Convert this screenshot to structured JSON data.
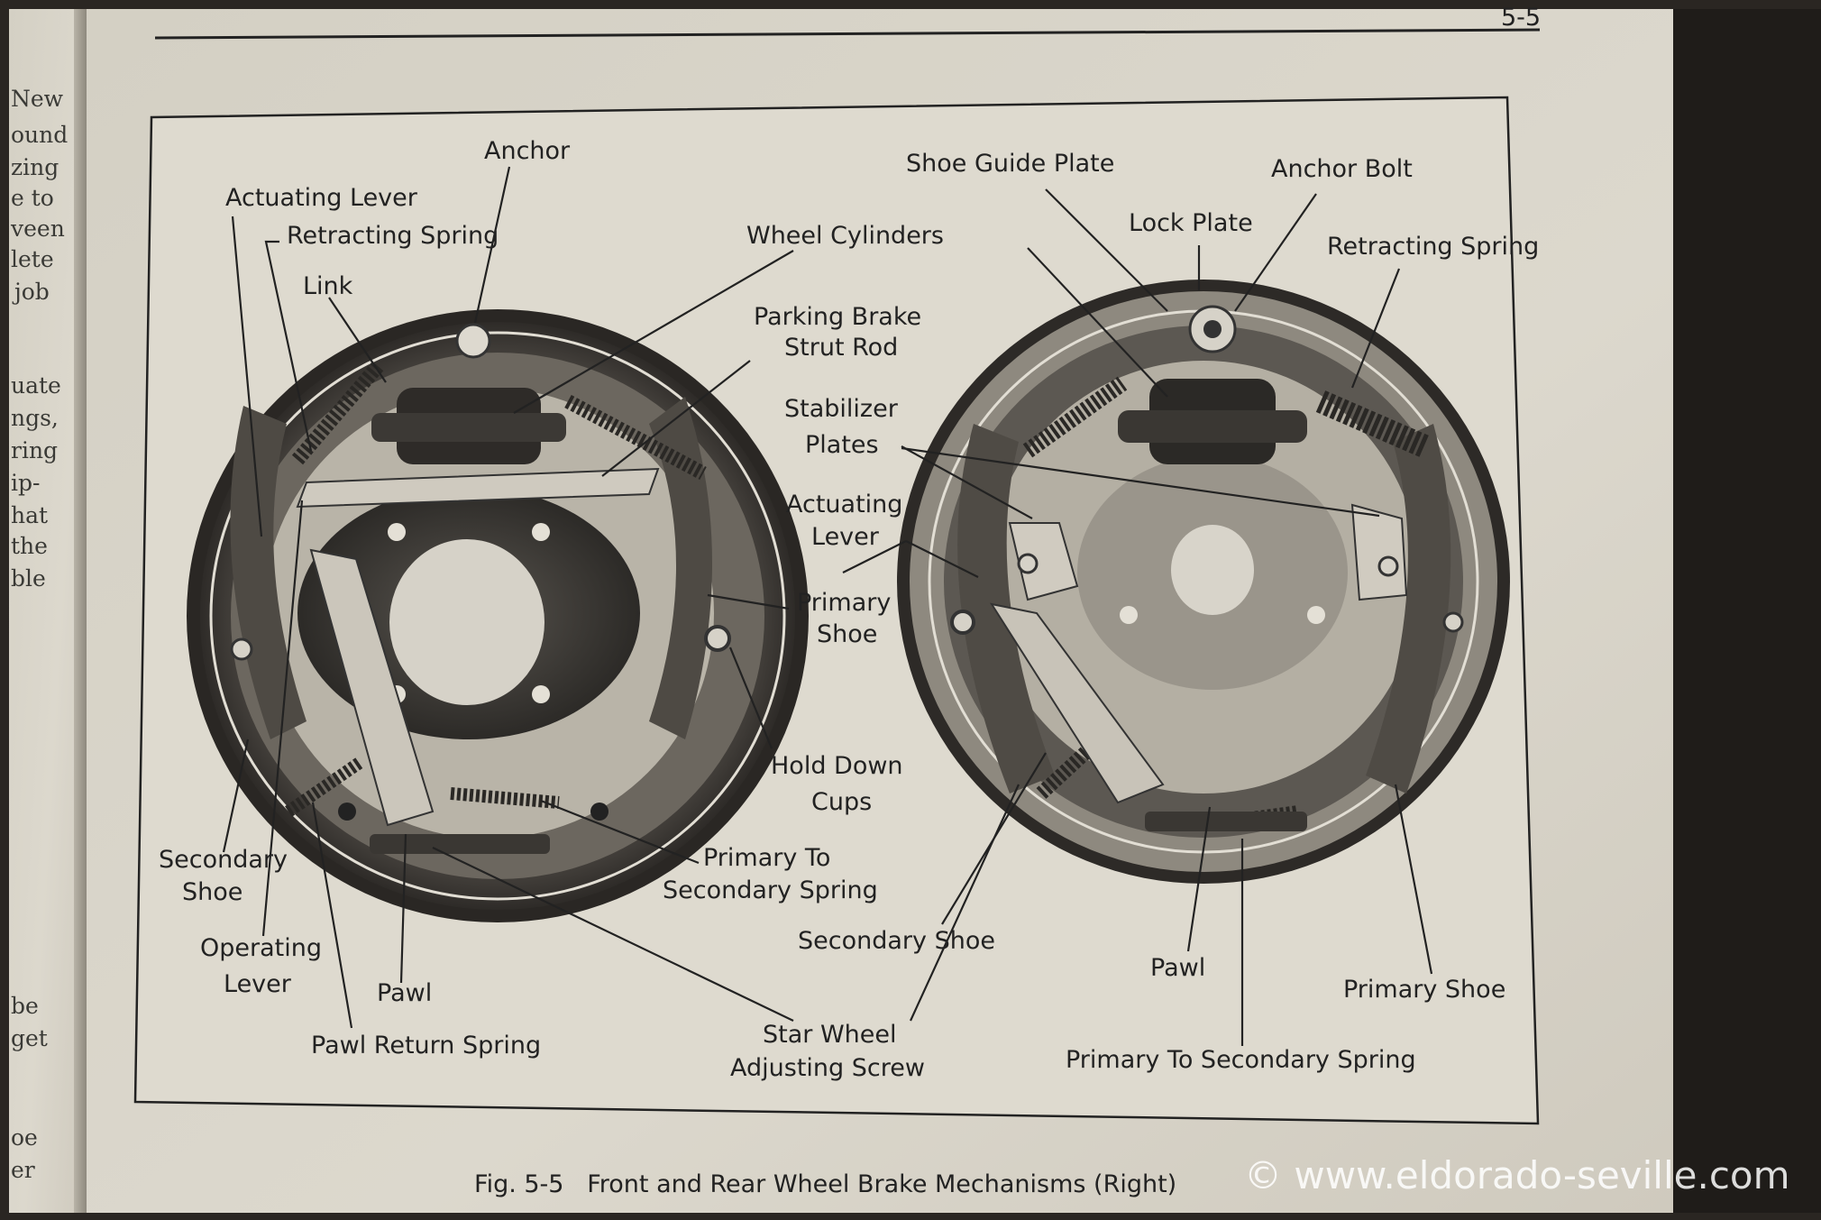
{
  "page_number": "5-5",
  "figure_caption": "Fig. 5-5   Front and Rear Wheel Brake Mechanisms (Right)",
  "watermark": "© www.eldorado-seville.com",
  "margin_text_left": [
    "New",
    "ound",
    "zing",
    "e to",
    "veen",
    "lete",
    "job",
    "uate",
    "ngs,",
    "ring",
    "ip-",
    "hat",
    "the",
    "ble",
    "be",
    "get",
    "oe",
    "er"
  ],
  "left_drum_labels": {
    "anchor": "Anchor",
    "actuating_lever": "Actuating Lever",
    "retracting_spring": "Retracting Spring",
    "link": "Link",
    "wheel_cylinders": "Wheel Cylinders",
    "parking_brake_1": "Parking Brake",
    "parking_brake_2": "Strut Rod",
    "primary_shoe_1": "Primary",
    "primary_shoe_2": "Shoe",
    "hold_down_1": "Hold Down",
    "hold_down_2": "Cups",
    "primary_to_secondary_1": "Primary To",
    "primary_to_secondary_2": "Secondary Spring",
    "secondary_shoe_1": "Secondary",
    "secondary_shoe_2": "Shoe",
    "operating_lever_1": "Operating",
    "operating_lever_2": "Lever",
    "pawl": "Pawl",
    "pawl_return_spring": "Pawl Return Spring",
    "star_wheel_1": "Star Wheel",
    "star_wheel_2": "Adjusting Screw"
  },
  "center_labels": {
    "stabilizer_1": "Stabilizer",
    "stabilizer_2": "Plates",
    "actuating_1": "Actuating",
    "actuating_2": "Lever",
    "secondary_shoe": "Secondary Shoe"
  },
  "right_drum_labels": {
    "shoe_guide_plate": "Shoe Guide Plate",
    "anchor_bolt": "Anchor Bolt",
    "lock_plate": "Lock Plate",
    "retracting_spring": "Retracting Spring",
    "pawl": "Pawl",
    "primary_shoe": "Primary Shoe",
    "primary_to_secondary": "Primary To Secondary Spring"
  },
  "colors": {
    "paper": "#d9d5ca",
    "ink": "#222222",
    "drum_dark": "#3b3834",
    "drum_mid": "#8a857c",
    "backing": "#c9c4b8"
  }
}
